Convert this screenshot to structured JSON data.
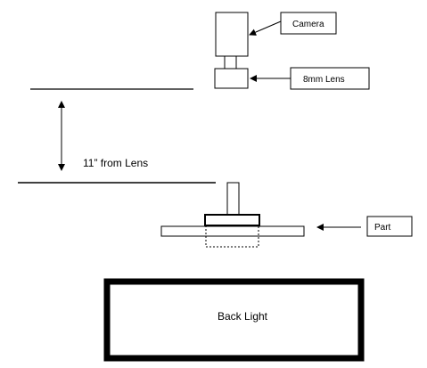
{
  "labels": {
    "camera": "Camera",
    "lens": "8mm Lens",
    "distance": "11” from Lens",
    "part": "Part",
    "backlight": "Back Light"
  },
  "colors": {
    "stroke": "#000000",
    "background": "#ffffff"
  }
}
